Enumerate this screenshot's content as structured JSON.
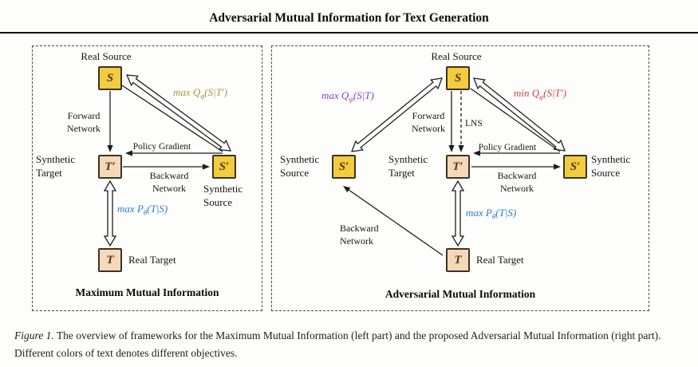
{
  "header": {
    "title": "Adversarial Mutual Information for Text Generation"
  },
  "colors": {
    "source_box": "#f3cb3e",
    "target_box": "#f6d8b9",
    "objective_olive": "#9a9a3c",
    "objective_blue": "#2d7cce",
    "objective_purple": "#8742c6",
    "objective_red": "#cc4044"
  },
  "left_diagram": {
    "title": "Maximum Mutual Information",
    "nodes": {
      "real_source": {
        "label": "Real Source",
        "symbol": "S"
      },
      "synthetic_target": {
        "label": "Synthetic Target",
        "symbol": "T′"
      },
      "synthetic_source": {
        "label": "Synthetic Source",
        "symbol": "S′"
      },
      "real_target": {
        "label": "Real Target",
        "symbol": "T"
      }
    },
    "edge_labels": {
      "forward_network": "Forward Network",
      "backward_network": "Backward Network",
      "policy_gradient": "Policy Gradient"
    },
    "objectives": {
      "max_q_phi": {
        "fn": "max",
        "sym": "Q",
        "sub": "φ",
        "args": "(S|T′)"
      },
      "max_p_theta": {
        "fn": "max",
        "sym": "P",
        "sub": "θ",
        "args": "(T|S)"
      }
    }
  },
  "right_diagram": {
    "title": "Adversarial Mutual Information",
    "nodes": {
      "real_source": {
        "label": "Real Source",
        "symbol": "S"
      },
      "synthetic_source_left": {
        "label": "Synthetic Source",
        "symbol": "S′"
      },
      "synthetic_target": {
        "label": "Synthetic Target",
        "symbol": "T′"
      },
      "synthetic_source_right": {
        "label": "Synthetic Source",
        "symbol": "S′"
      },
      "real_target": {
        "label": "Real Target",
        "symbol": "T"
      }
    },
    "edge_labels": {
      "forward_network": "Forward Network",
      "lns": "LNS",
      "policy_gradient": "Policy Gradient",
      "backward_network_right": "Backward Network",
      "backward_network_left": "Backward Network"
    },
    "objectives": {
      "max_q_psi": {
        "fn": "max",
        "sym": "Q",
        "sub": "ψ",
        "args": "(S|T)"
      },
      "min_q_phi": {
        "fn": "min",
        "sym": "Q",
        "sub": "φ",
        "args": "(S|T′)"
      },
      "max_p_theta": {
        "fn": "max",
        "sym": "P",
        "sub": "θ",
        "args": "(T|S)"
      }
    }
  },
  "caption": {
    "label": "Figure 1.",
    "text": "The overview of frameworks for the Maximum Mutual Information (left part) and the proposed Adversarial Mutual Information (right part). Different colors of text denotes different objectives."
  }
}
